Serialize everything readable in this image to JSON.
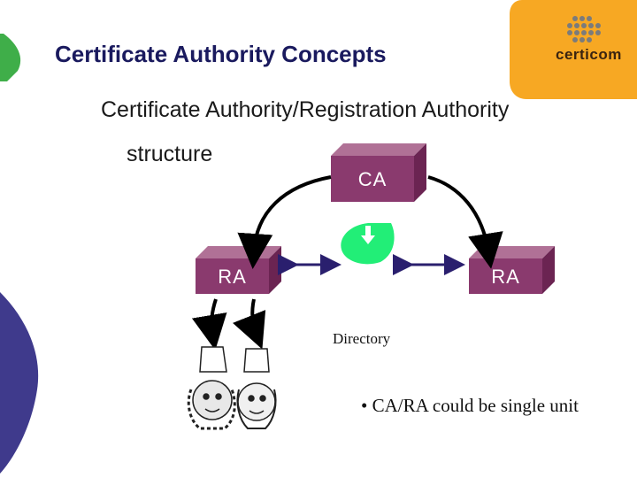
{
  "slide": {
    "title": "Certificate Authority Concepts",
    "subtitle_line1": "Certificate Authority/Registration Authority",
    "subtitle_line2": "structure",
    "bullet": "•",
    "note": "CA/RA could be single unit"
  },
  "diagram": {
    "ca_label": "CA",
    "ra_left_label": "RA",
    "ra_right_label": "RA",
    "directory_label": "Directory"
  },
  "logo": {
    "text": "certicom"
  },
  "colors": {
    "title": "#1a1a5e",
    "box_front": "#8a3a6e",
    "box_side": "#6b2452",
    "box_top": "#b07196",
    "directory": "#22ee77",
    "arrow": "#2a1f6e",
    "logo_orange": "#f7a823",
    "left_green": "#3fae49",
    "left_purple": "#3f3a8c"
  }
}
